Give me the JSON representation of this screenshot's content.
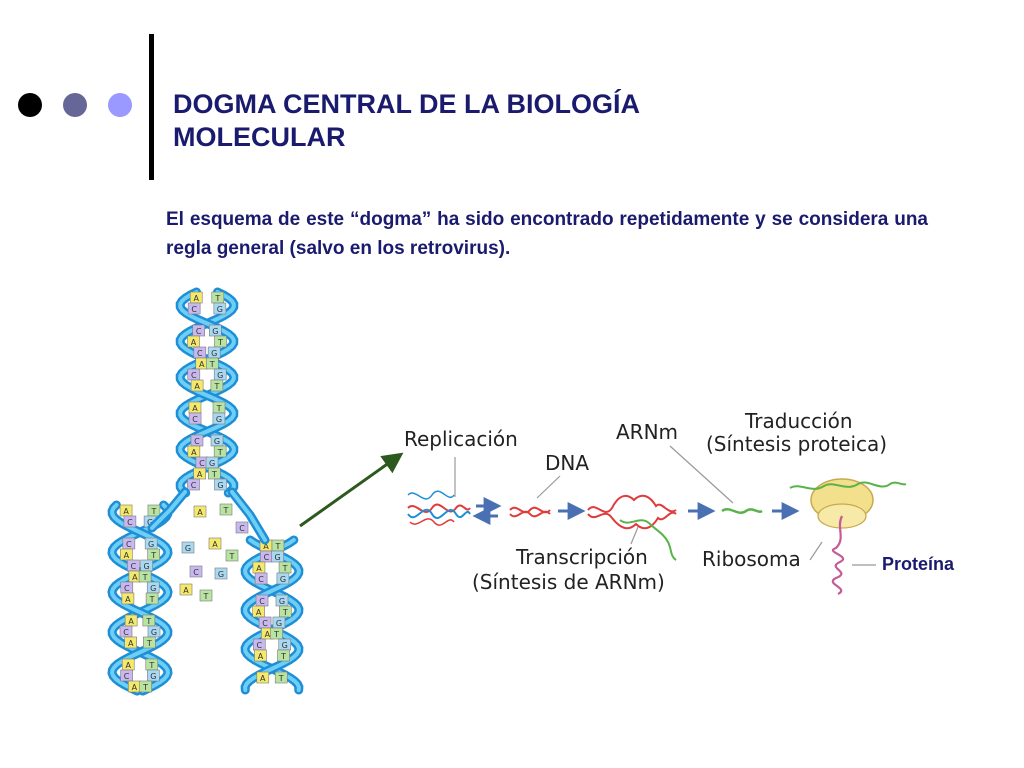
{
  "slide": {
    "title_line1": "DOGMA CENTRAL DE LA BIOLOGÍA",
    "title_line2": "MOLECULAR",
    "intro": "El esquema de este “dogma” ha sido encontrado repetidamente y se considera una regla general (salvo en los retrovirus).",
    "bullet_colors": [
      "#000000",
      "#666699",
      "#9999ff"
    ]
  },
  "diagram": {
    "labels": {
      "replicacion": "Replicación",
      "dna": "DNA",
      "arnm": "ARNm",
      "traduccion_l1": "Traducción",
      "traduccion_l2": "(Síntesis proteica)",
      "transcripcion_l1": "Transcripción",
      "transcripcion_l2": "(Síntesis de ARNm)",
      "ribosoma": "Ribosoma",
      "proteina": "Proteína"
    },
    "base_letters": [
      "A",
      "T",
      "C",
      "G"
    ],
    "colors": {
      "helix_blue": "#1e8fd6",
      "helix_light": "#6ecff6",
      "dna_red": "#e03a3a",
      "arrow_blue": "#4a6fb3",
      "rna_green": "#59b34a",
      "ribosome": "#f3e08c",
      "protein": "#c55a95"
    }
  }
}
